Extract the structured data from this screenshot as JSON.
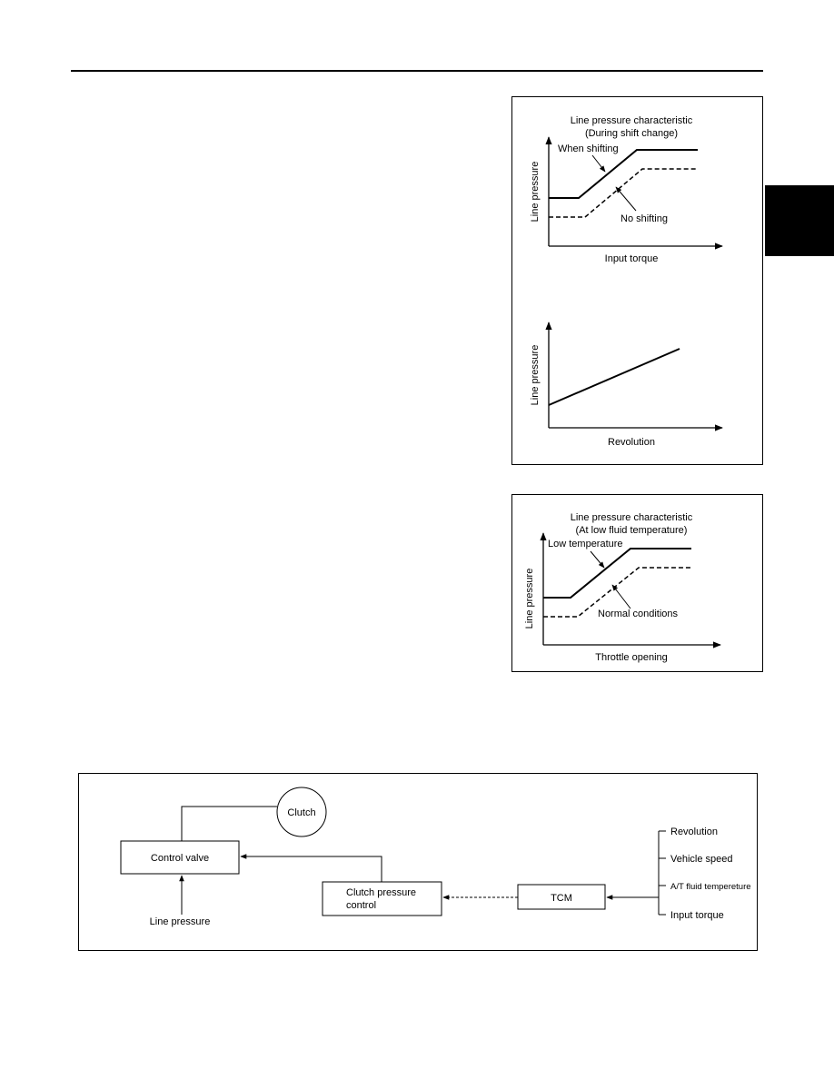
{
  "figure1": {
    "top_chart": {
      "title_line1": "Line pressure characteristic",
      "title_line2": "(During shift change)",
      "ylabel": "Line pressure",
      "xlabel": "Input torque",
      "label_a": "When shifting",
      "label_b": "No shifting"
    },
    "bottom_chart": {
      "ylabel": "Line pressure",
      "xlabel": "Revolution"
    }
  },
  "figure2": {
    "title_line1": "Line pressure characteristic",
    "title_line2": "(At low fluid temperature)",
    "ylabel": "Line pressure",
    "xlabel": "Throttle opening",
    "label_a": "Low temperature",
    "label_b": "Normal conditions"
  },
  "diagram": {
    "clutch": "Clutch",
    "control_valve": "Control valve",
    "clutch_pressure_line1": "Clutch pressure",
    "clutch_pressure_line2": "control",
    "tcm": "TCM",
    "line_pressure": "Line pressure",
    "inputs": [
      "Revolution",
      "Vehicle speed",
      "A/T fluid tempereture",
      "Input torque"
    ]
  }
}
